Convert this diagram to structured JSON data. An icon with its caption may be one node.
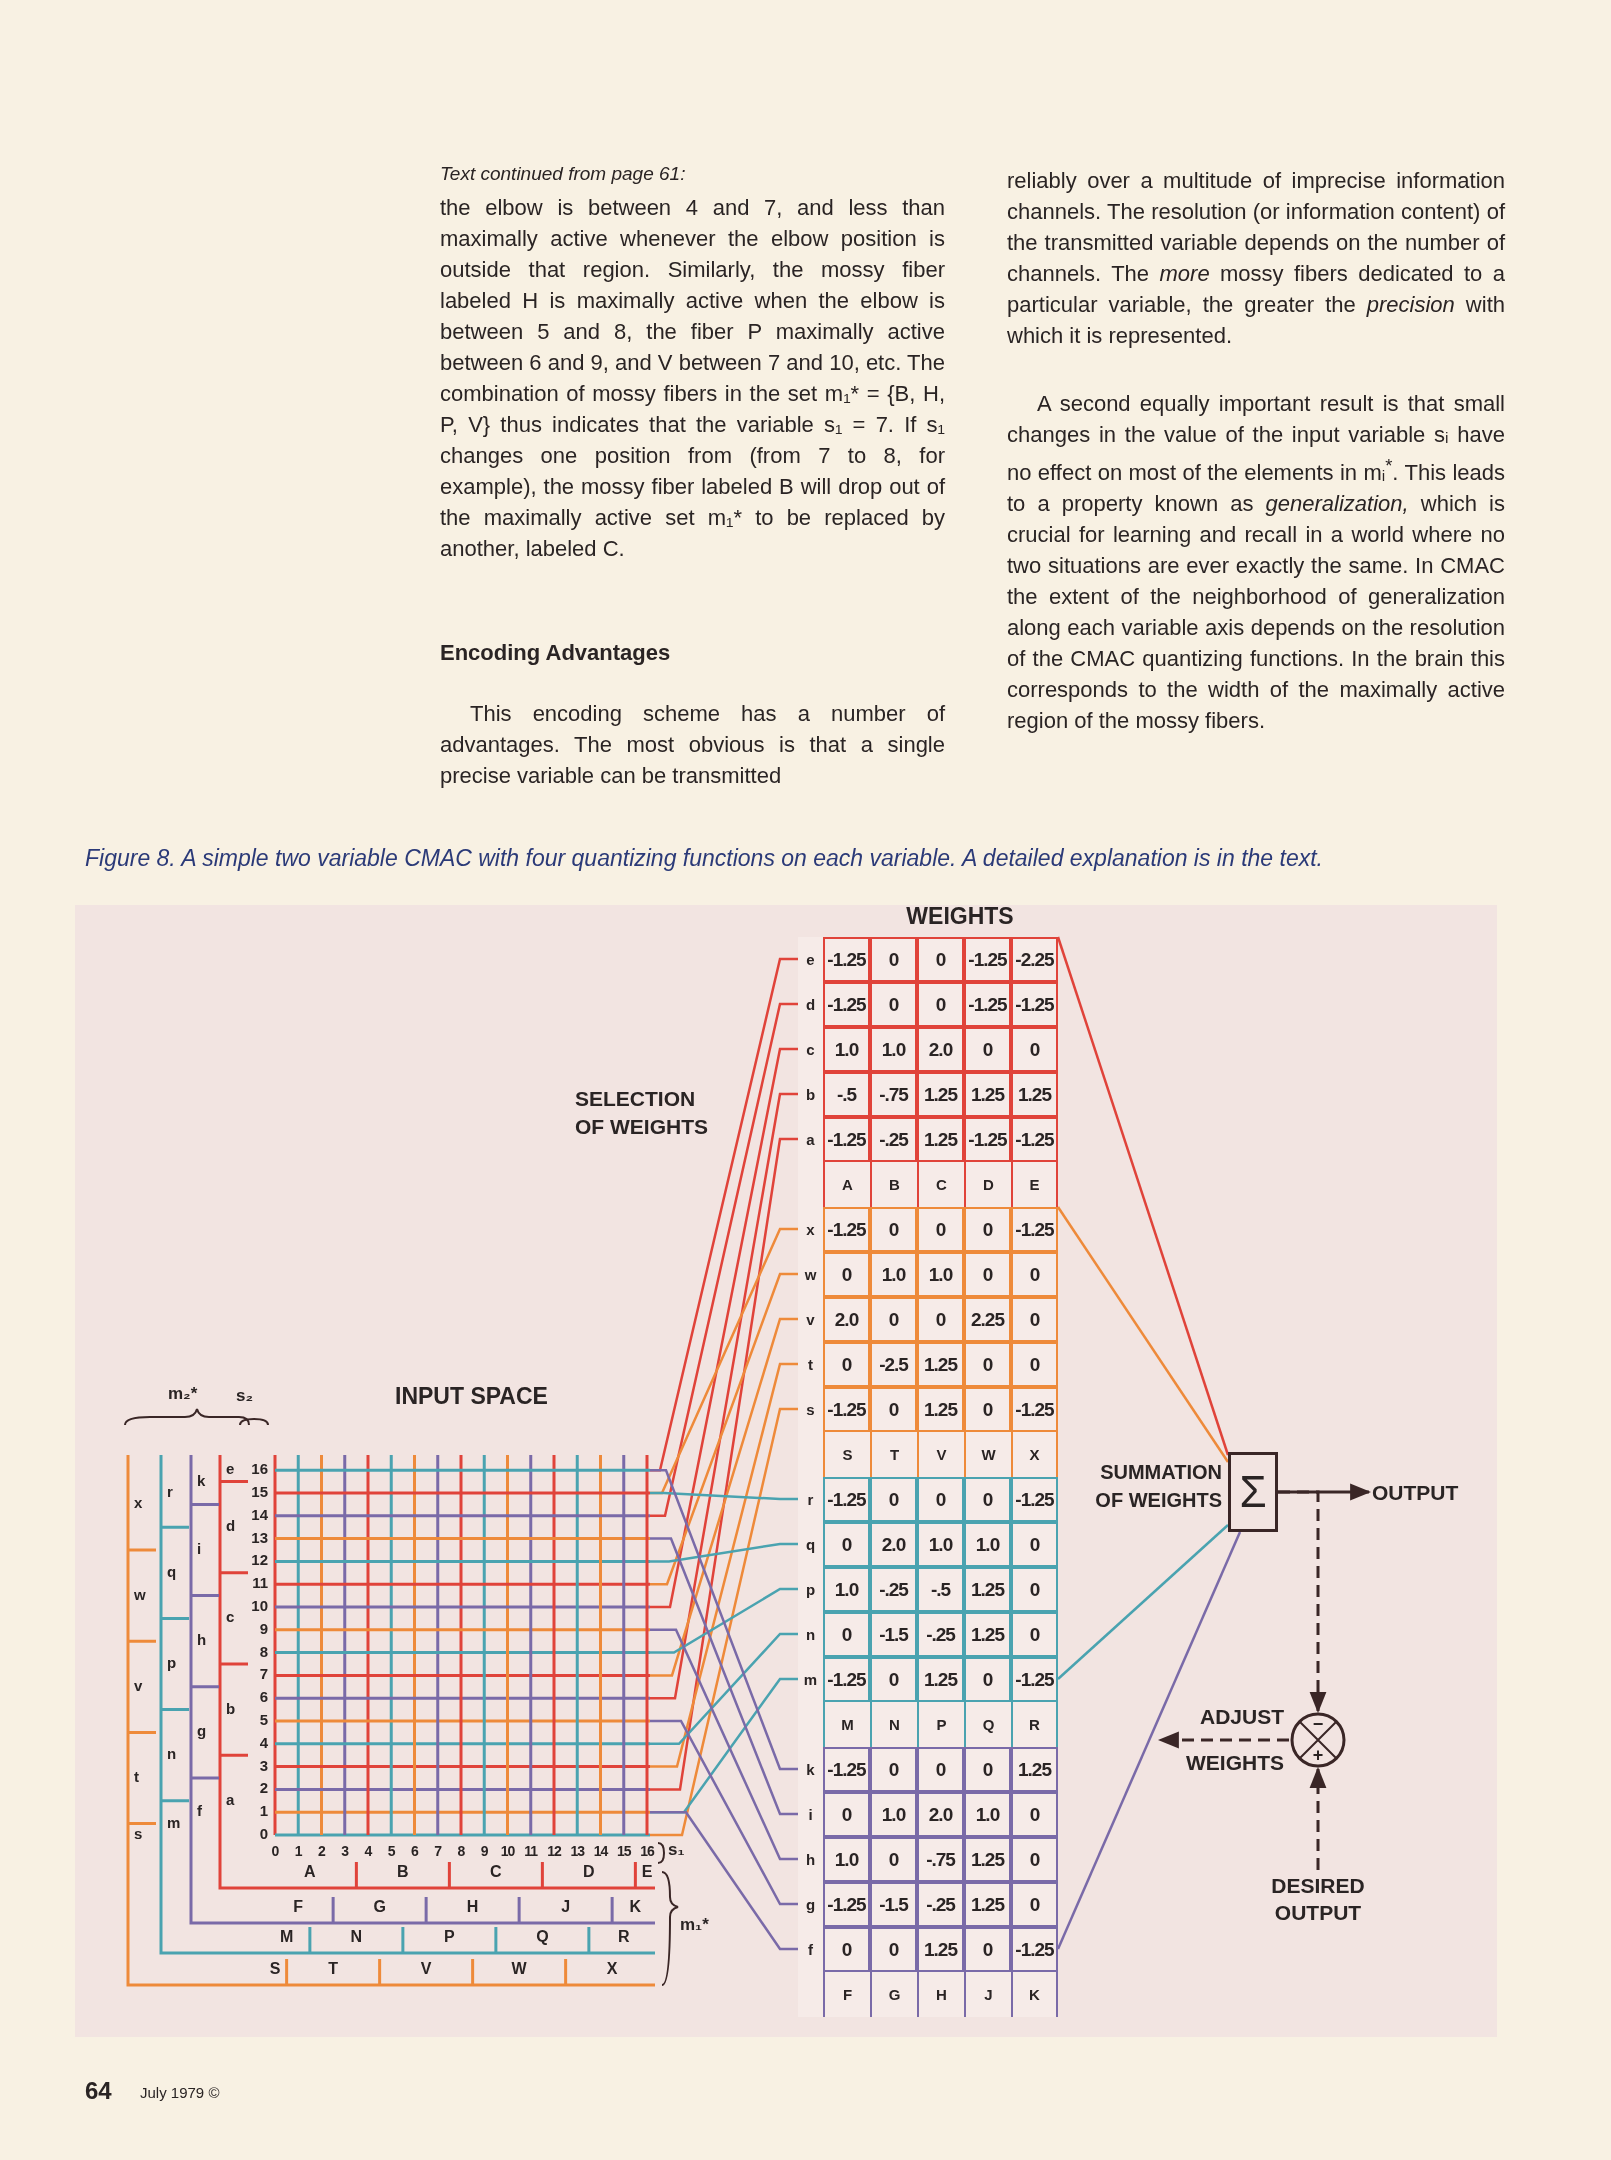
{
  "diagram": {
    "caption": "Figure 8. A simple two variable CMAC with four quantizing functions on each variable. A detailed explanation is in the text.",
    "nodes": [
      {
        "text": [
          "INPUT SPACE"
        ]
      },
      {
        "text": [
          "e",
          "-1.25",
          "0",
          "0",
          "-1.25",
          "-2.25",
          "d",
          "-1.25",
          "0",
          "0",
          "-1.25",
          "-1.25",
          "c",
          "1.0",
          "1.0",
          "2.0",
          "0",
          "0",
          "b",
          "-.5",
          "-.75",
          "1.25",
          "1.25",
          "1.25",
          "a",
          "-1.25",
          "-.25",
          "1.25",
          "-1.25",
          "-1.25",
          "A",
          "B",
          "C",
          "D",
          "E"
        ]
      },
      {
        "text": [
          "x",
          "-1.25",
          "0",
          "0",
          "0",
          "-1.25",
          "w",
          "0",
          "1.0",
          "1.0",
          "0",
          "0",
          "v",
          "2.0",
          "0",
          "0",
          "2.25",
          "0",
          "t",
          "0",
          "-2.5",
          "1.25",
          "0",
          "0",
          "s",
          "-1.25",
          "0",
          "1.25",
          "0",
          "-1.25",
          "S",
          "T",
          "V",
          "W",
          "X"
        ]
      },
      {
        "text": [
          "r",
          "-1.25",
          "0",
          "0",
          "0",
          "-1.25",
          "q",
          "0",
          "2.0",
          "1.0",
          "1.0",
          "0",
          "p",
          "1.0",
          "-.25",
          "-.5",
          "1.25",
          "0",
          "n",
          "0",
          "-1.5",
          "-.25",
          "1.25",
          "0",
          "m",
          "-1.25",
          "0",
          "1.25",
          "0",
          "-1.25",
          "M",
          "N",
          "P",
          "Q",
          "R"
        ]
      },
      {
        "text": [
          "k",
          "-1.25",
          "0",
          "0",
          "0",
          "1.25",
          "i",
          "0",
          "1.0",
          "2.0",
          "1.0",
          "0",
          "h",
          "1.0",
          "0",
          "-.75",
          "1.25",
          "0",
          "g",
          "-1.25",
          "-1.5",
          "-.25",
          "1.25",
          "0",
          "f",
          "0",
          "0",
          "1.25",
          "0",
          "-1.25",
          "F",
          "G",
          "H",
          "J",
          "K"
        ]
      },
      {
        "text": [
          "Σ"
        ],
        "beside": [
          "SUMMATION OF WEIGHTS"
        ]
      },
      {
        "text": [
          "OUTPUT"
        ]
      },
      {
        "text": [
          "−",
          "+"
        ]
      },
      {
        "text": [
          "DESIRED OUTPUT"
        ]
      }
    ],
    "edges": [
      {
        "from": 0,
        "to": 1,
        "arrow": "none",
        "color": "#e0433a"
      },
      {
        "from": 0,
        "to": 1,
        "arrow": "none",
        "color": "#e0433a"
      },
      {
        "from": 0,
        "to": 1,
        "arrow": "none",
        "color": "#e0433a"
      },
      {
        "from": 0,
        "to": 1,
        "arrow": "none",
        "color": "#e0433a"
      },
      {
        "from": 0,
        "to": 1,
        "arrow": "none",
        "color": "#e0433a"
      },
      {
        "from": 0,
        "to": 2,
        "arrow": "none",
        "color": "#ee8a3a"
      },
      {
        "from": 0,
        "to": 2,
        "arrow": "none",
        "color": "#ee8a3a"
      },
      {
        "from": 0,
        "to": 2,
        "arrow": "none",
        "color": "#ee8a3a"
      },
      {
        "from": 0,
        "to": 2,
        "arrow": "none",
        "color": "#ee8a3a"
      },
      {
        "from": 0,
        "to": 2,
        "arrow": "none",
        "color": "#ee8a3a"
      },
      {
        "from": 0,
        "to": 3,
        "arrow": "none",
        "color": "#4aa3b0"
      },
      {
        "from": 0,
        "to": 3,
        "arrow": "none",
        "color": "#4aa3b0"
      },
      {
        "from": 0,
        "to": 3,
        "arrow": "none",
        "color": "#4aa3b0"
      },
      {
        "from": 0,
        "to": 3,
        "arrow": "none",
        "color": "#4aa3b0"
      },
      {
        "from": 0,
        "to": 3,
        "arrow": "none",
        "color": "#4aa3b0"
      },
      {
        "from": 0,
        "to": 4,
        "arrow": "none",
        "color": "#7a6aa8"
      },
      {
        "from": 0,
        "to": 4,
        "arrow": "none",
        "color": "#7a6aa8"
      },
      {
        "from": 0,
        "to": 4,
        "arrow": "none",
        "color": "#7a6aa8"
      },
      {
        "from": 0,
        "to": 4,
        "arrow": "none",
        "color": "#7a6aa8"
      },
      {
        "from": 0,
        "to": 4,
        "arrow": "none",
        "color": "#7a6aa8"
      },
      {
        "from": 1,
        "to": 5,
        "arrow": "none",
        "color": "#e0433a"
      },
      {
        "from": 2,
        "to": 5,
        "arrow": "none",
        "color": "#ee8a3a"
      },
      {
        "from": 3,
        "to": 5,
        "arrow": "none",
        "color": "#4aa3b0"
      },
      {
        "from": 4,
        "to": 5,
        "arrow": "none",
        "color": "#7a6aa8"
      },
      {
        "from": 5,
        "to": 6,
        "arrow": "to",
        "color": "#3a2626"
      },
      {
        "from": 5,
        "to": 7,
        "arrow": "to",
        "style": "dashed",
        "color": "#3a2626"
      },
      {
        "from": 8,
        "to": 7,
        "arrow": "to",
        "style": "dashed",
        "color": "#3a2626"
      },
      {
        "from": 7,
        "to": null,
        "arrow": "to",
        "style": "dashed",
        "color": "#3a2626",
        "label": "ADJUST WEIGHTS"
      }
    ],
    "labels": [
      "Text continued from page 61:",
      "the elbow is between 4 and 7, and less than maximally active whenever the elbow position is outside that region. Similarly, the mossy fiber labeled H is maximally active when the elbow is between 5 and 8, the fiber P maximally active between 6 and 9, and V between 7 and 10, etc. The combination of mossy fibers in the set m₁* = {B, H, P, V} thus indicates that the variable s₁ = 7. If s₁ changes one position from (from 7 to 8, for example), the mossy fiber labeled B will drop out of the maximally active set m₁* to be replaced by another, labeled C.",
      "Encoding Advantages",
      "This encoding scheme has a number of advantages. The most obvious is that a single precise variable can be transmitted",
      "reliably over a multitude of imprecise information channels. The resolution (or information content) of the transmitted variable depends on the number of channels. The *more* mossy fibers dedicated to a particular variable, the greater the *precision* with which it is represented.",
      "A second equally important result is that small changes in the value of the input variable sᵢ have no effect on most of the elements in mᵢ$^{*}$. This leads to a property known as *generalization,* which is crucial for learning and recall in a world where no two situations are ever exactly the same. In CMAC the extent of the neighborhood of generalization along each variable axis depends on the resolution of the CMAC quantizing functions. In the brain this corresponds to the width of the maximally active region of the mossy fibers.",
      "WEIGHTS",
      "SELECTION OF WEIGHTS",
      "m₂*",
      "s₂",
      "s₁",
      "m₁*",
      "x",
      "w",
      "v",
      "t",
      "s",
      "r",
      "q",
      "p",
      "n",
      "m",
      "k",
      "i",
      "h",
      "g",
      "f",
      "e",
      "d",
      "c",
      "b",
      "a",
      "16",
      "15",
      "14",
      "13",
      "12",
      "11",
      "10",
      "9",
      "8",
      "7",
      "6",
      "5",
      "4",
      "3",
      "2",
      "1",
      "0",
      "0",
      "1",
      "2",
      "3",
      "4",
      "5",
      "6",
      "7",
      "8",
      "9",
      "10",
      "11",
      "12",
      "13",
      "14",
      "15",
      "16",
      "A",
      "B",
      "C",
      "D",
      "E",
      "F",
      "G",
      "H",
      "J",
      "K",
      "M",
      "N",
      "P",
      "Q",
      "R",
      "S",
      "T",
      "V",
      "W",
      "X",
      "64",
      "July 1979 ©"
    ]
  }
}
